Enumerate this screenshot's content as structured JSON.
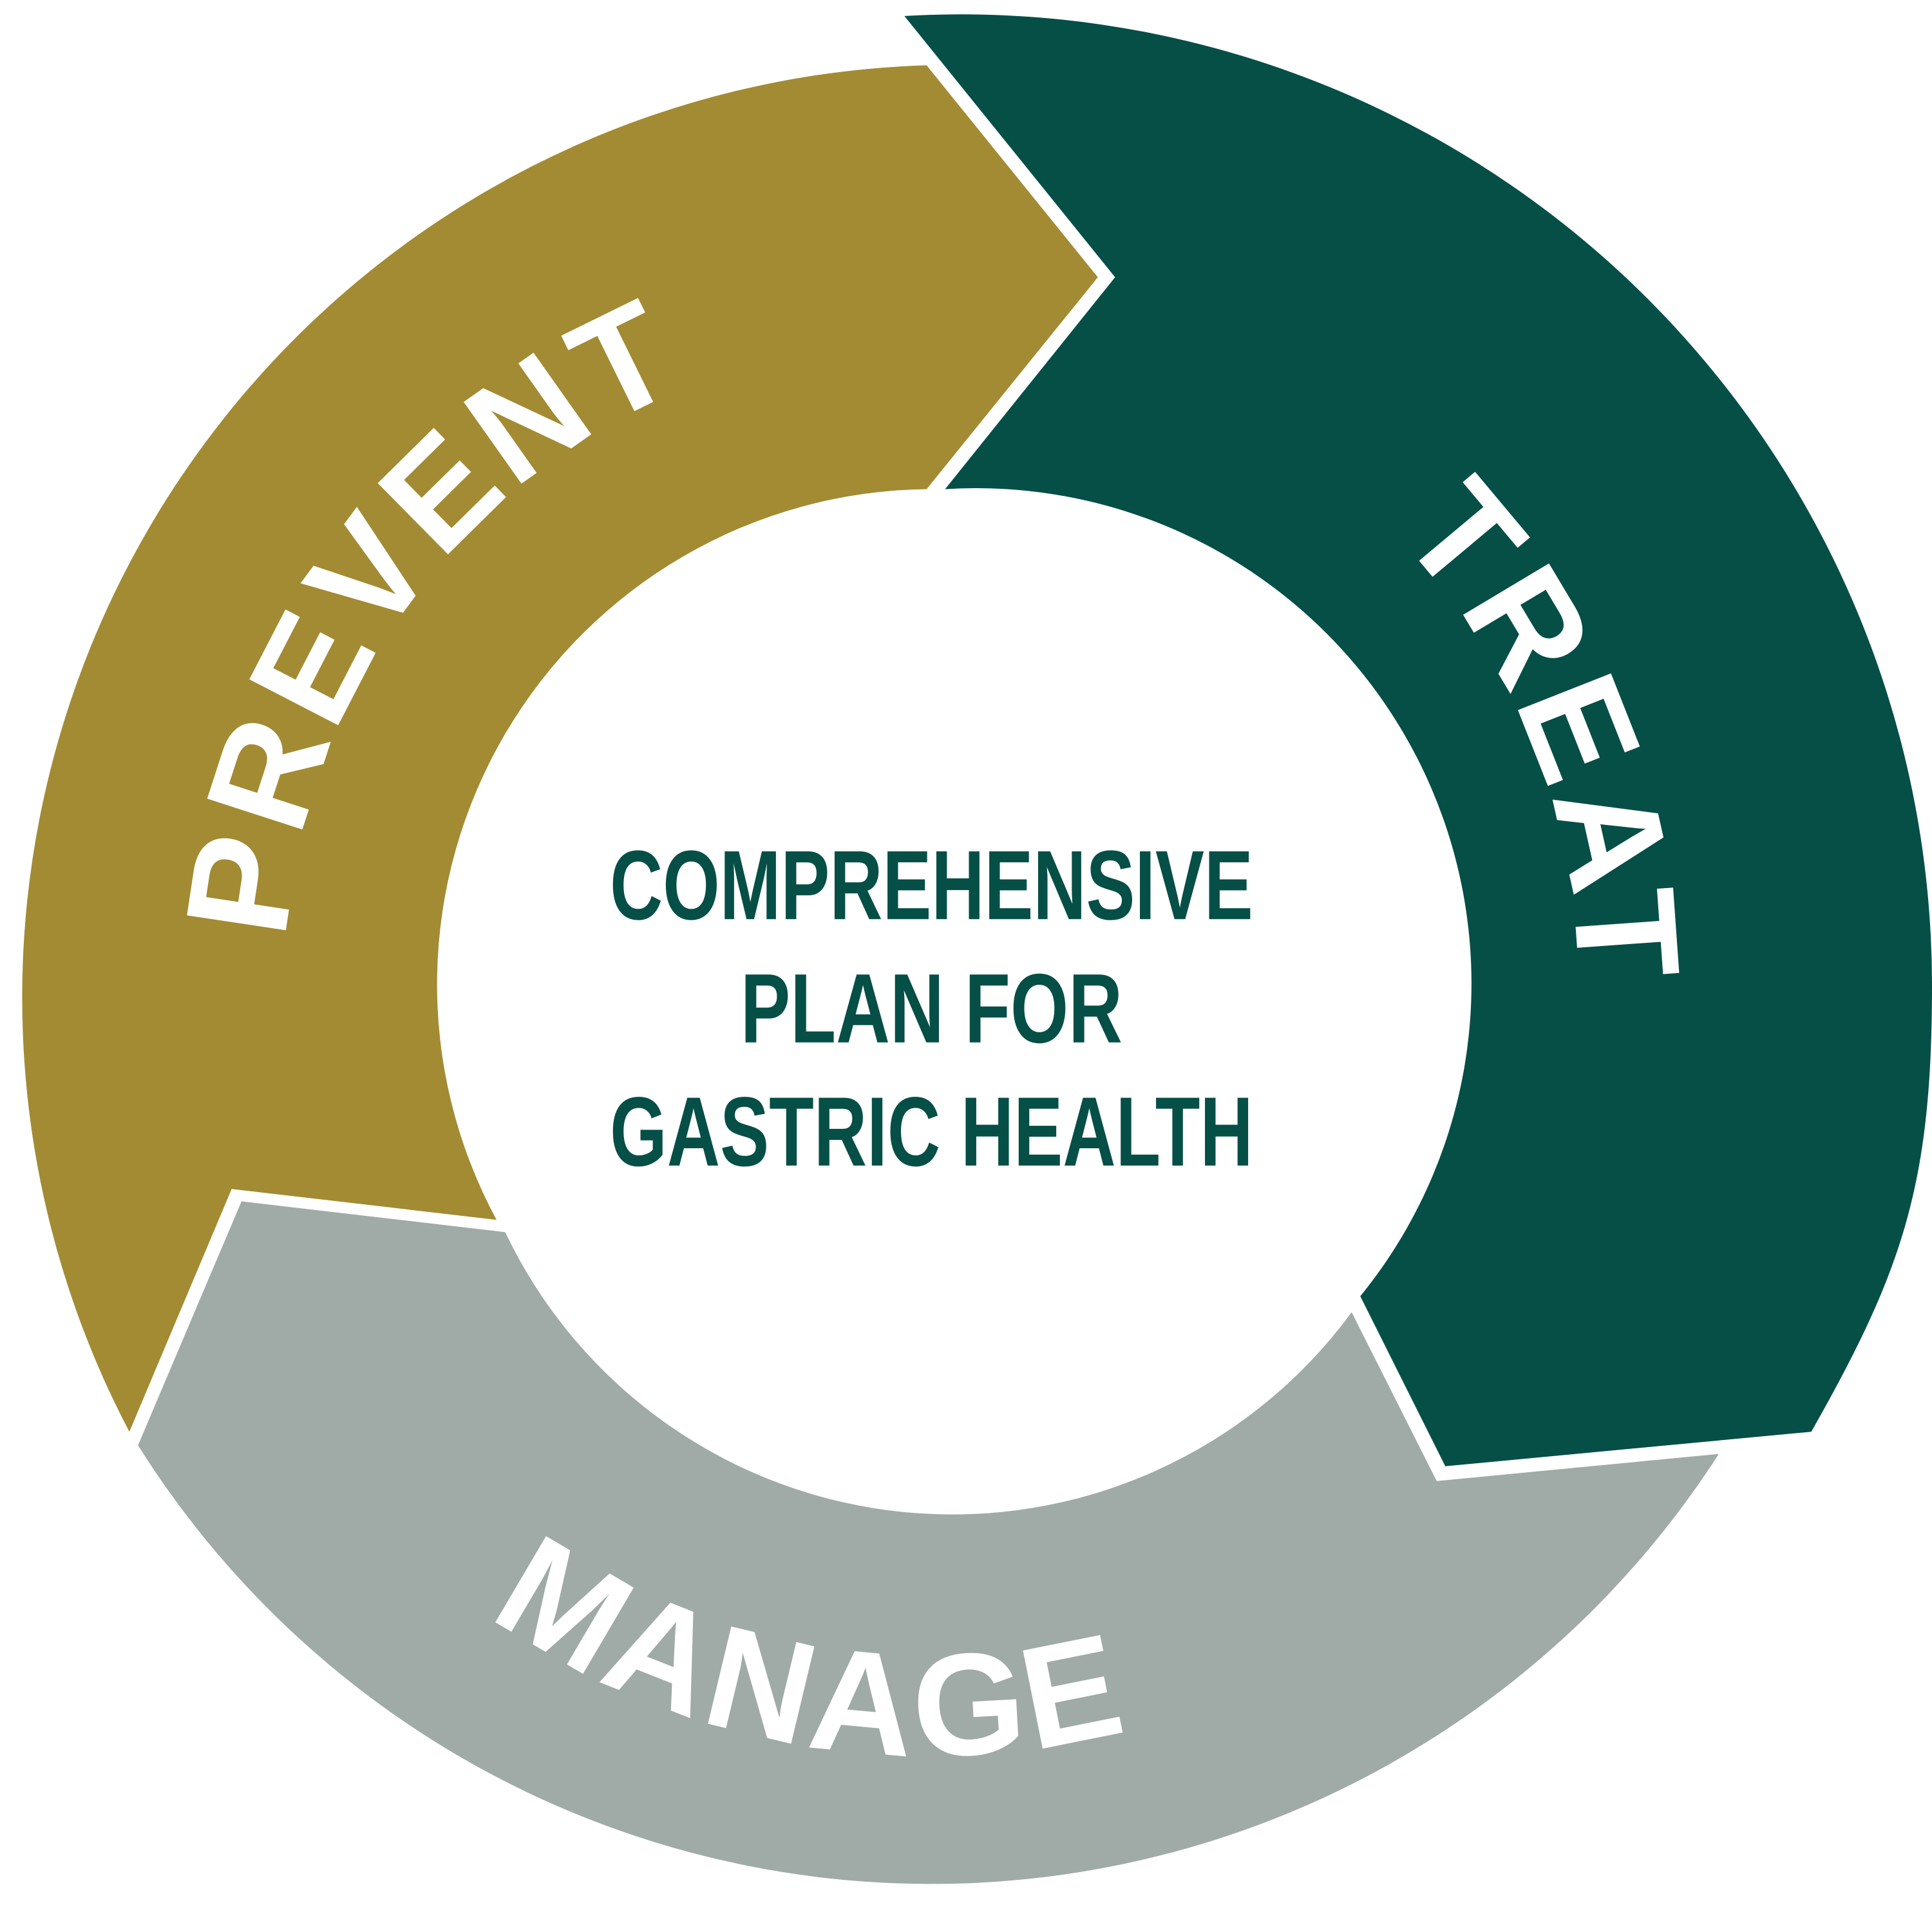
{
  "colors": {
    "prevent": "#A28B33",
    "treat": "#054F47",
    "manage": "#A0ABA8",
    "center_text": "#054F47",
    "segment_text": "#FFFFFF"
  },
  "segments": {
    "prevent": {
      "label": "PREVENT"
    },
    "treat": {
      "label": "TREAT"
    },
    "manage": {
      "label": "MANAGE"
    }
  },
  "center": {
    "lines": [
      "COMPREHENSIVE",
      "PLAN FOR",
      "GASTRIC HEALTH"
    ]
  }
}
